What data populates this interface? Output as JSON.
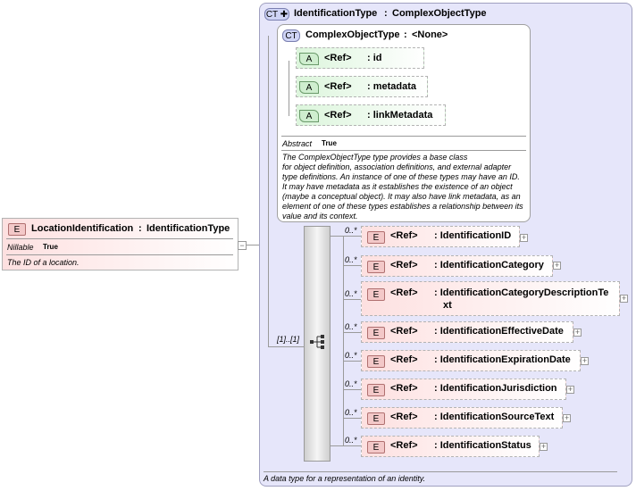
{
  "root": {
    "badge": "E",
    "name": "LocationIdentification",
    "separator": ":",
    "type": "IdentificationType",
    "prop_label": "Nillable",
    "prop_value": "True",
    "description": "The ID of a location.",
    "collapse": "−"
  },
  "outer_type": {
    "badge": "CT",
    "name": "IdentificationType",
    "separator": ":",
    "base": "ComplexObjectType",
    "description": "A data type for a representation of an identity.",
    "sequence_occurrence": "[1]..[1]"
  },
  "inner_type": {
    "badge": "CT",
    "name": "ComplexObjectType",
    "separator": ":",
    "base": "<None>",
    "prop_label": "Abstract",
    "prop_value": "True",
    "description_lines": [
      "The ComplexObjectType type provides a base class",
      "for object definition, association definitions, and external adapter",
      "type definitions. An instance of one of these types may have an ID.",
      "It may have metadata as it establishes the existence of an object",
      "(maybe a conceptual object). It may also have link metadata, as an",
      "element of one of these types establishes a relationship between its",
      "value and its context."
    ],
    "attributes": [
      {
        "badge": "A",
        "ref": "<Ref>",
        "name": ": id"
      },
      {
        "badge": "A",
        "ref": "<Ref>",
        "name": ": metadata"
      },
      {
        "badge": "A",
        "ref": "<Ref>",
        "name": ": linkMetadata"
      }
    ]
  },
  "sequence_elements": [
    {
      "badge": "E",
      "ref": "<Ref>",
      "name": ": IdentificationID",
      "occurrence": "0..*",
      "expand": "+"
    },
    {
      "badge": "E",
      "ref": "<Ref>",
      "name": ": IdentificationCategory",
      "occurrence": "0..*",
      "expand": "+"
    },
    {
      "badge": "E",
      "ref": "<Ref>",
      "name_line1": ": IdentificationCategoryDescriptionTe",
      "name_line2": "xt",
      "occurrence": "0..*",
      "expand": "+"
    },
    {
      "badge": "E",
      "ref": "<Ref>",
      "name": ": IdentificationEffectiveDate",
      "occurrence": "0..*",
      "expand": "+"
    },
    {
      "badge": "E",
      "ref": "<Ref>",
      "name": ": IdentificationExpirationDate",
      "occurrence": "0..*",
      "expand": "+"
    },
    {
      "badge": "E",
      "ref": "<Ref>",
      "name": ": IdentificationJurisdiction",
      "occurrence": "0..*",
      "expand": "+"
    },
    {
      "badge": "E",
      "ref": "<Ref>",
      "name": ": IdentificationSourceText",
      "occurrence": "0..*",
      "expand": "+"
    },
    {
      "badge": "E",
      "ref": "<Ref>",
      "name": ": IdentificationStatus",
      "occurrence": "0..*",
      "expand": "+"
    }
  ]
}
